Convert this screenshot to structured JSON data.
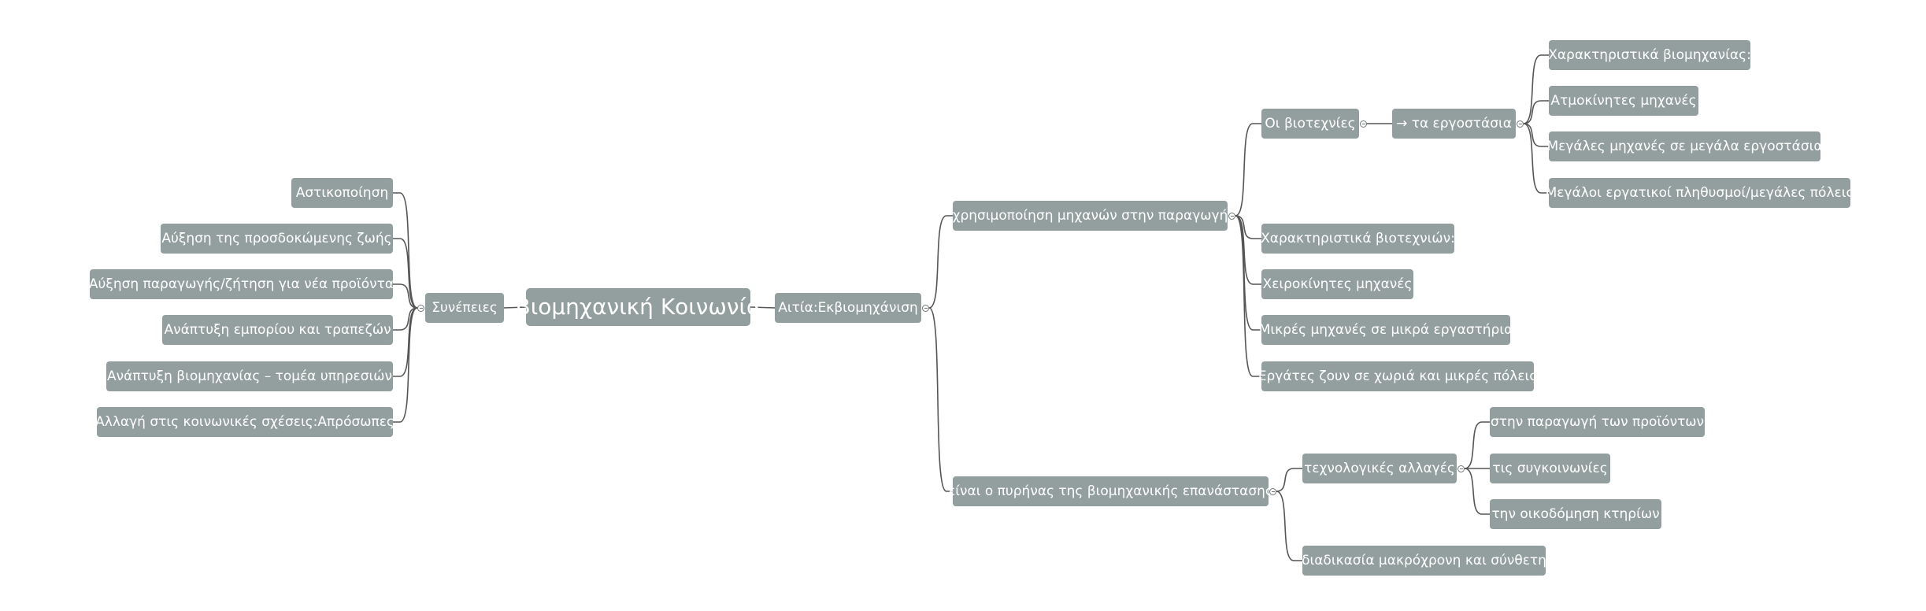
{
  "colors": {
    "node": "#939f9e",
    "text": "#ffffff",
    "line": "#555555",
    "background": "#ffffff"
  },
  "map": {
    "root": "Βιομηχανική Κοινωνία",
    "left": {
      "label": "Συνέπειες",
      "children": [
        "Αστικοποίηση",
        "Αύξηση της προσδοκώμενης ζωής",
        "Αύξηση παραγωγής/ζήτηση για νέα προϊόντα",
        "Ανάπτυξη εμπορίου και τραπεζών",
        "Ανάπτυξη βιομηχανίας – τομέα υπηρεσιών",
        "Αλλαγή στις κοινωνικές σχέσεις:Απρόσωπες"
      ]
    },
    "right": {
      "label": "Αιτία:Εκβιομηχάνιση",
      "branch1": {
        "label": "χρησιμοποίηση μηχανών στην παραγωγή",
        "biotechnies": "Οι βιοτεχνίες",
        "factories": "→ τα εργοστάσια",
        "factory_items": [
          "Χαρακτηριστικά βιομηχανίας:",
          "Ατμοκίνητες μηχανές",
          "Μεγάλες μηχανές σε μεγάλα εργοστάσια",
          "Μεγάλοι εργατικοί πληθυσμοί/μεγάλες πόλεις"
        ],
        "items": [
          "Χαρακτηριστικά βιοτεχνιών:",
          "Χειροκίνητες μηχανές",
          "Μικρές μηχανές σε μικρά εργαστήρια",
          "Εργάτες ζουν σε χωριά και μικρές πόλεις"
        ]
      },
      "branch2": {
        "label": "είναι ο πυρήνας της βιομηχανικής επανάστασης",
        "tech": "τεχνολογικές αλλαγές",
        "tech_items": [
          "στην παραγωγή των προϊόντων",
          "τις συγκοινωνίες",
          "την οικοδόμηση κτηρίων"
        ],
        "process": "διαδικασία μακρόχρονη και σύνθετη"
      }
    }
  }
}
